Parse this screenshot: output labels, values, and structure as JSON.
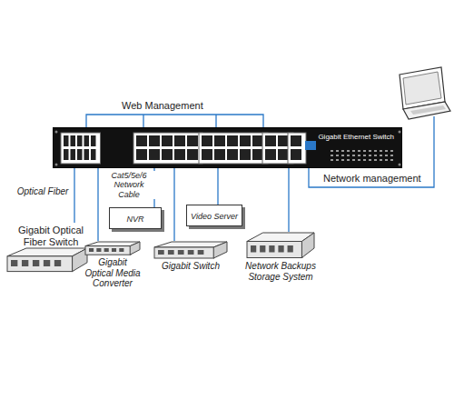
{
  "diagram": {
    "nodes": [
      {
        "text": [
          "Gigabit Ethernet Switch"
        ]
      },
      {
        "text": [
          "Gigabit Optical Fiber Switch"
        ]
      },
      {
        "text": [
          "Gigabit Optical Media Converter"
        ]
      },
      {
        "text": [
          "NVR"
        ]
      },
      {
        "text": [
          "Video Server"
        ]
      },
      {
        "text": [
          "Gigabit Switch"
        ]
      },
      {
        "text": [
          "Network Backups Storage System"
        ]
      }
    ],
    "edges": [
      {
        "from": 0,
        "to": 1,
        "arrow": "none",
        "label": "Optical Fiber"
      },
      {
        "from": 0,
        "to": 2,
        "arrow": "none"
      },
      {
        "from": 0,
        "to": 3,
        "arrow": "none",
        "label": "Cat5/5e/6 Network Cable"
      },
      {
        "from": 0,
        "to": 4,
        "arrow": "none"
      },
      {
        "from": 0,
        "to": 5,
        "arrow": "none"
      },
      {
        "from": 0,
        "to": 6,
        "arrow": "none"
      }
    ],
    "labels": [
      "Web Management",
      "Network management"
    ]
  }
}
